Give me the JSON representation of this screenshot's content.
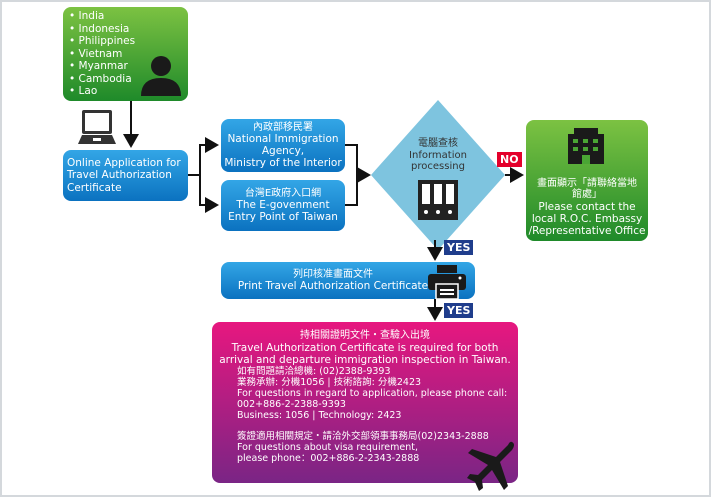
{
  "countries": [
    "India",
    "Indonesia",
    "Philippines",
    "Vietnam",
    "Myanmar",
    "Cambodia",
    "Lao"
  ],
  "online_app": "Online Application for Travel Authorization Certificate",
  "nia": {
    "zh": "內政部移民署",
    "en1": "National Immigration Agency,",
    "en2": "Ministry of the Interior"
  },
  "egov": {
    "zh": "台灣E政府入口網",
    "en": "The E-govenment Entry Point of Taiwan"
  },
  "processing": {
    "zh": "電腦查核",
    "en": "Information processing"
  },
  "no_label": "NO",
  "yes_label": "YES",
  "contact": {
    "zh": "畫面顯示「請聯絡當地館處」",
    "en": "Please contact the local R.O.C. Embassy /Representative Office"
  },
  "print": {
    "zh": "列印核准畫面文件",
    "en": "Print Travel Authorization Certificate"
  },
  "info": {
    "zh_title": "持相關證明文件・查驗入出境",
    "en_title": "Travel Authorization Certificate is required for both arrival and departure immigration inspection in Taiwan.",
    "lines": [
      "如有問題請洽總機: (02)2388-9393",
      "業務承辦: 分機1056 | 技術諮詢: 分機2423",
      "For questions in regard to application, please phone call:",
      "002+886-2-2388-9393",
      "Business: 1056 | Technology: 2423"
    ],
    "visa_lines": [
      "簽證適用相關規定・請洽外交部領事事務局(02)2343-2888",
      "For questions about visa requirement,",
      "please phone：002+886-2-2343-2888"
    ]
  },
  "colors": {
    "blue": "#1a8ad6",
    "green": "#4aa534",
    "pink": "#c51a82",
    "diamond": "#7ec4df",
    "no": "#e4002b",
    "yes": "#1f3d8c"
  }
}
